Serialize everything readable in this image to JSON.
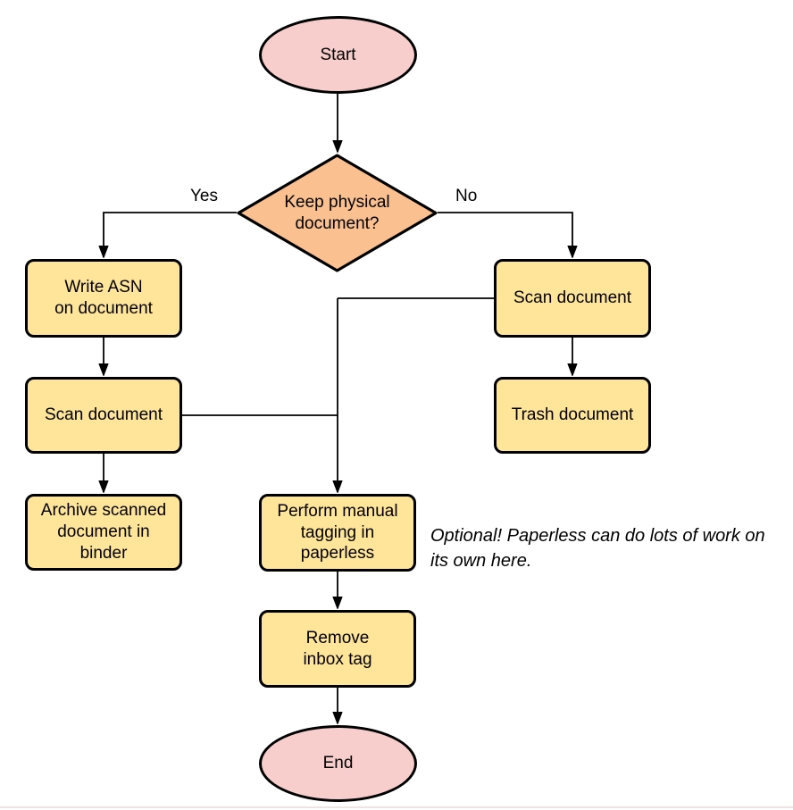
{
  "diagram": {
    "kind": "flowchart",
    "colors": {
      "terminal_fill": "#F8CECC",
      "process_fill": "#FFE599",
      "decision_fill": "#FAC090",
      "stroke": "#000000",
      "background": "#FFFFFF"
    },
    "nodes": {
      "start": {
        "shape": "ellipse",
        "label": "Start"
      },
      "decision": {
        "shape": "diamond",
        "label": "Keep physical\ndocument?"
      },
      "write_asn": {
        "shape": "process",
        "label": "Write ASN\non document"
      },
      "scan_left": {
        "shape": "process",
        "label": "Scan document"
      },
      "archive": {
        "shape": "process",
        "label": "Archive scanned\ndocument in\nbinder"
      },
      "scan_right": {
        "shape": "process",
        "label": "Scan document"
      },
      "trash": {
        "shape": "process",
        "label": "Trash document"
      },
      "tagging": {
        "shape": "process",
        "label": "Perform manual\ntagging in\npaperless"
      },
      "remove_inbox": {
        "shape": "process",
        "label": "Remove\ninbox tag"
      },
      "end": {
        "shape": "ellipse",
        "label": "End"
      }
    },
    "edge_labels": {
      "yes": "Yes",
      "no": "No"
    },
    "edges": [
      {
        "from": "start",
        "to": "decision",
        "label": ""
      },
      {
        "from": "decision",
        "to": "write_asn",
        "label": "Yes"
      },
      {
        "from": "decision",
        "to": "scan_right",
        "label": "No"
      },
      {
        "from": "write_asn",
        "to": "scan_left",
        "label": ""
      },
      {
        "from": "scan_left",
        "to": "archive",
        "label": ""
      },
      {
        "from": "scan_right",
        "to": "trash",
        "label": ""
      },
      {
        "from": "scan_left",
        "to": "tagging",
        "label": ""
      },
      {
        "from": "scan_right",
        "to": "tagging",
        "label": ""
      },
      {
        "from": "tagging",
        "to": "remove_inbox",
        "label": ""
      },
      {
        "from": "remove_inbox",
        "to": "end",
        "label": ""
      }
    ],
    "annotation": {
      "text": "Optional! Paperless can do lots of work on\nits own here."
    }
  }
}
